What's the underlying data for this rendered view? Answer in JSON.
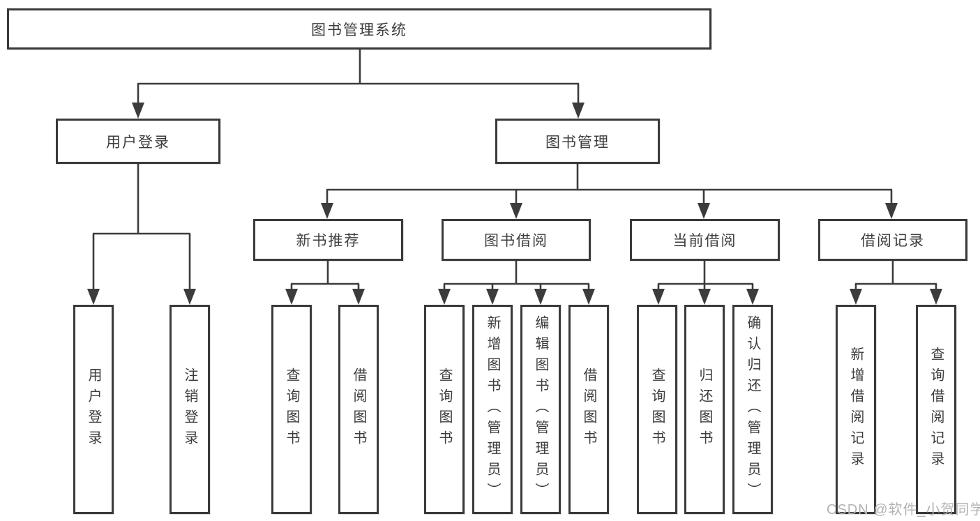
{
  "tree": {
    "root": "图书管理系统",
    "branches": [
      {
        "label": "用户登录",
        "children": [
          {
            "label": "用户登录"
          },
          {
            "label": "注销登录"
          }
        ]
      },
      {
        "label": "图书管理",
        "children": [
          {
            "label": "新书推荐",
            "children": [
              {
                "label": "查询图书"
              },
              {
                "label": "借阅图书"
              }
            ]
          },
          {
            "label": "图书借阅",
            "children": [
              {
                "label": "查询图书"
              },
              {
                "label": "新增图书（管理员）"
              },
              {
                "label": "编辑图书（管理员）"
              },
              {
                "label": "借阅图书"
              }
            ]
          },
          {
            "label": "当前借阅",
            "children": [
              {
                "label": "查询图书"
              },
              {
                "label": "归还图书"
              },
              {
                "label": "确认归还（管理员）"
              }
            ]
          },
          {
            "label": "借阅记录",
            "children": [
              {
                "label": "新增借阅记录"
              },
              {
                "label": "查询借阅记录"
              }
            ]
          }
        ]
      }
    ]
  },
  "watermark": {
    "text": "CSDN @软件_小贺同学"
  },
  "colors": {
    "line": "#3c3c3c",
    "border": "#3a3a3a",
    "text": "#3d3d3d",
    "background": "#ffffff",
    "watermark": "#b3b3b3"
  }
}
